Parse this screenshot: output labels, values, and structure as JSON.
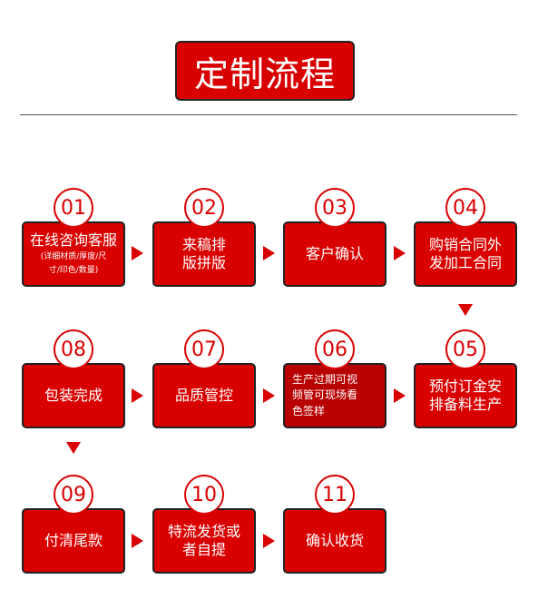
{
  "title": "定制流程",
  "steps": [
    {
      "num": "01",
      "label": "在线咨询客服",
      "sub1": "(详细材质/厚度/尺",
      "sub2": "寸/印色/数量)"
    },
    {
      "num": "02",
      "label1": "来稿排",
      "label2": "版拼版"
    },
    {
      "num": "03",
      "label": "客户确认"
    },
    {
      "num": "04",
      "label1": "购销合同外",
      "label2": "发加工合同"
    },
    {
      "num": "05",
      "label1": "预付订金安",
      "label2": "排备料生产"
    },
    {
      "num": "06",
      "label1": "生产过期可视",
      "label2": "频管可现场看",
      "label3": "色签样"
    },
    {
      "num": "07",
      "label": "品质管控"
    },
    {
      "num": "08",
      "label": "包装完成"
    },
    {
      "num": "09",
      "label": "付清尾款"
    },
    {
      "num": "10",
      "label1": "特流发货或",
      "label2": "者自提"
    },
    {
      "num": "11",
      "label": "确认收货"
    }
  ]
}
